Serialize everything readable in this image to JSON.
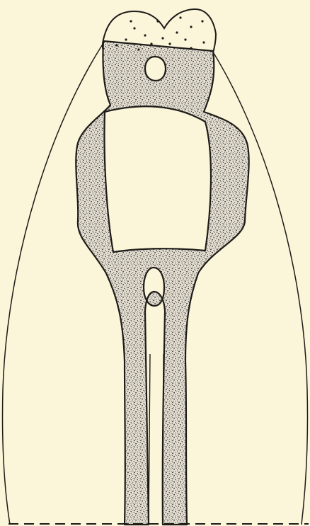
{
  "colors": {
    "background": "#fbf5da",
    "ink": "#1e1c18",
    "stipple": "#3a3630",
    "fill_base": "#e4dfd2"
  },
  "figure": {
    "parts": [
      {
        "name": "outer-sheath"
      },
      {
        "name": "top-cap"
      },
      {
        "name": "upper-nerve-mass"
      },
      {
        "name": "upper-foramen"
      },
      {
        "name": "left-connective"
      },
      {
        "name": "right-connective"
      },
      {
        "name": "lower-nerve-mass"
      },
      {
        "name": "lower-foramen"
      },
      {
        "name": "left-descending-cord"
      },
      {
        "name": "right-descending-cord"
      },
      {
        "name": "cut-line"
      }
    ]
  }
}
